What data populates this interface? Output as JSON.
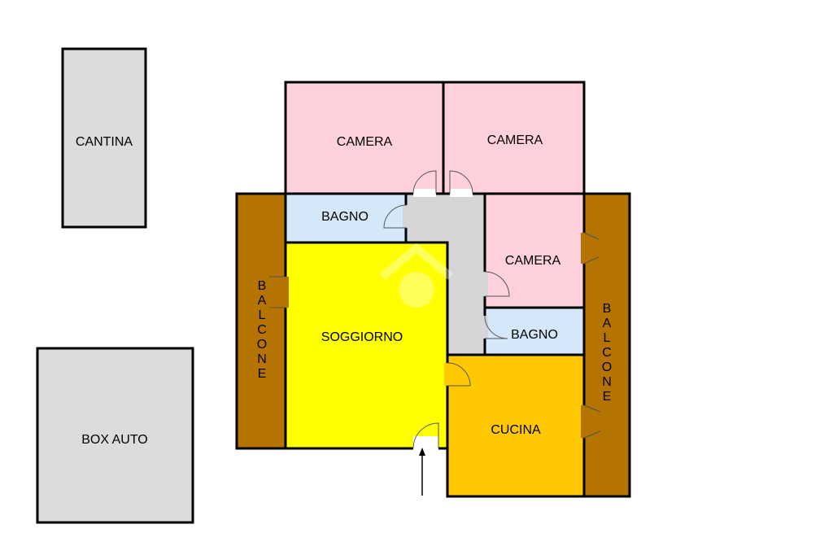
{
  "rooms": {
    "cantina": "CANTINA",
    "box_auto": "BOX AUTO",
    "camera_1": "CAMERA",
    "camera_2": "CAMERA",
    "camera_3": "CAMERA",
    "bagno_1": "BAGNO",
    "bagno_2": "BAGNO",
    "soggiorno": "SOGGIORNO",
    "cucina": "CUCINA",
    "balcone_left": [
      "B",
      "A",
      "L",
      "C",
      "O",
      "N",
      "E"
    ],
    "balcone_right": [
      "B",
      "A",
      "L",
      "C",
      "O",
      "N",
      "E"
    ]
  },
  "colors": {
    "storage": "#dcdcdc",
    "camera": "#ffd1dc",
    "bagno": "#d4e8fa",
    "soggiorno": "#ffff00",
    "cucina": "#ffc800",
    "balcone": "#b57400",
    "corridor": "#d6d6d6"
  }
}
